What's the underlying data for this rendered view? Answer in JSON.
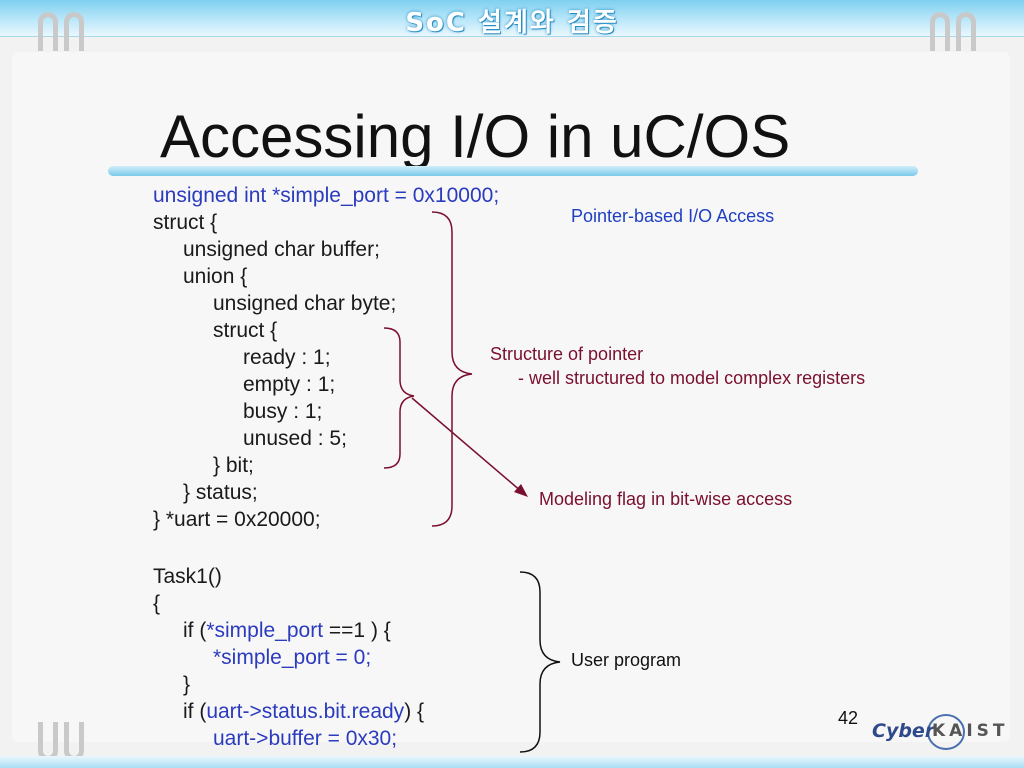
{
  "header": {
    "title": "SoC 설계와 검증"
  },
  "slide": {
    "title": "Accessing I/O in uC/OS",
    "page_number": "42",
    "logo": {
      "cyber": "Cyber",
      "kaist": "KAIST"
    }
  },
  "code": {
    "line01": "unsigned int *simple_port = 0x10000;",
    "line02": "struct {",
    "line03": "unsigned char buffer;",
    "line04": "union {",
    "line05": "unsigned char byte;",
    "line06": "struct {",
    "line07": "ready : 1;",
    "line08": "empty : 1;",
    "line09": "busy : 1;",
    "line10": "unused : 5;",
    "line11": "} bit;",
    "line12": "} status;",
    "line13": "} *uart = 0x20000;",
    "line14": "Task1()",
    "line15": "{",
    "line16a": "if (",
    "line16b": "*simple_port",
    "line16c": " ==1 ) {",
    "line17": "*simple_port = 0;",
    "line18": "}",
    "line19a": "if (",
    "line19b": "uart->status.bit.ready",
    "line19c": ") {",
    "line20": "uart->buffer = 0x30;"
  },
  "annotations": {
    "pointer_io": "Pointer-based I/O Access",
    "structure_title": "Structure of pointer",
    "structure_detail": "- well structured to model complex registers",
    "flag_modeling": "Modeling flag in bit-wise access",
    "user_program": "User program"
  },
  "colors": {
    "code_blue": "#2b3bbd",
    "annotation_blue": "#1f3fc2",
    "annotation_maroon": "#7a0f2f",
    "bracket": "#7a0f2f"
  }
}
